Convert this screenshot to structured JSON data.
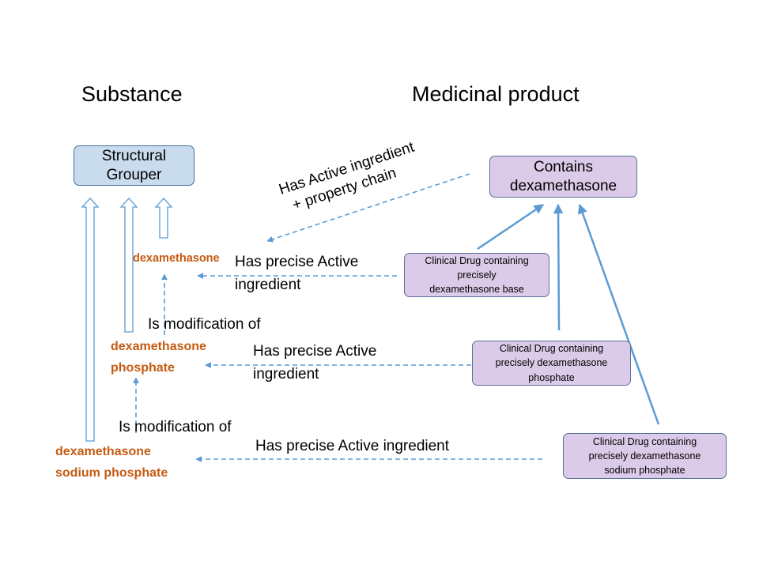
{
  "headings": {
    "substance": "Substance",
    "medicinal_product": "Medicinal product"
  },
  "boxes": {
    "structural_grouper": [
      "Structural",
      "Grouper"
    ],
    "contains": [
      "Contains",
      "dexamethasone"
    ],
    "cd_base": [
      "Clinical Drug containing",
      "precisely",
      "dexamethasone base"
    ],
    "cd_phosphate": [
      "Clinical Drug containing",
      "precisely dexamethasone",
      "phosphate"
    ],
    "cd_sodium": [
      "Clinical Drug containing",
      "precisely dexamethasone",
      "sodium phosphate"
    ]
  },
  "substances": {
    "dexamethasone": "dexamethasone",
    "dexamethasone_phosphate": [
      "dexamethasone",
      "phosphate"
    ],
    "dexamethasone_sodium_phosphate": [
      "dexamethasone",
      "sodium phosphate"
    ]
  },
  "relations": {
    "active_chain": [
      "Has Active ingredient",
      "+ property chain"
    ],
    "precise_1": [
      "Has precise Active",
      "ingredient"
    ],
    "precise_2": [
      "Has precise Active",
      "ingredient"
    ],
    "precise_3": "Has precise Active ingredient",
    "modification_1": "Is modification of",
    "modification_2": "Is modification of"
  },
  "colors": {
    "arrow": "#5b9bd5",
    "substance_text": "#c55a11",
    "grouper_fill": "#c9dcee",
    "product_fill": "#dccbe8"
  }
}
